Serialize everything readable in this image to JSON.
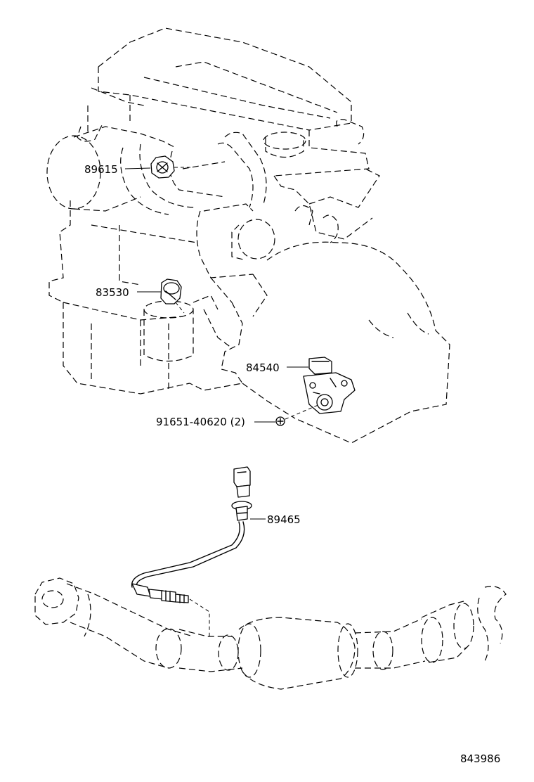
{
  "labels": {
    "cam_sensor": "89615",
    "oil_pressure_switch": "83530",
    "neutral_start_switch": "84540",
    "bolt": "91651-40620 (2)",
    "oxygen_sensor": "89465"
  },
  "illustration_number": "843986"
}
